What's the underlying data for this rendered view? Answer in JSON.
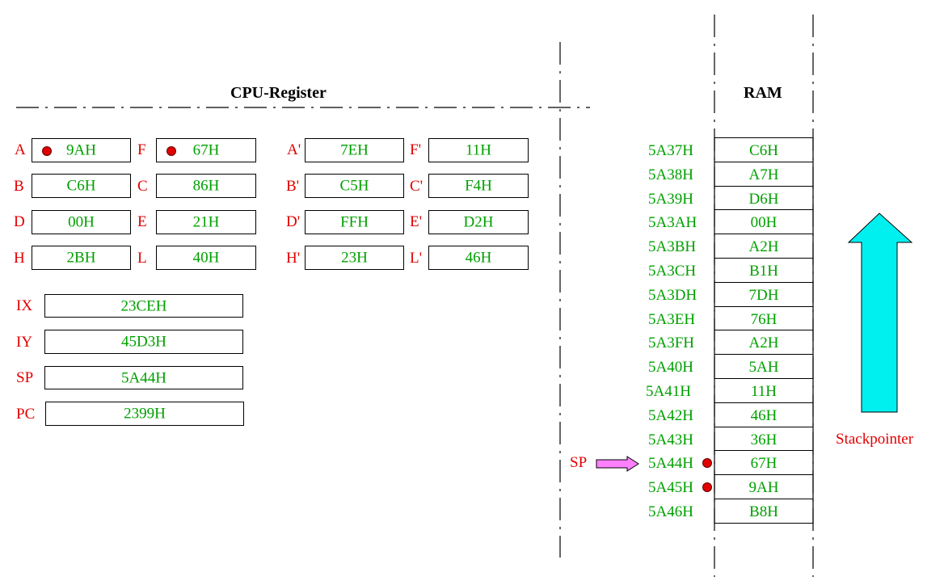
{
  "cpu_title": "CPU-Register",
  "ram_title": "RAM",
  "registers": {
    "A": {
      "label": "A",
      "value": "9AH",
      "marked": true
    },
    "F": {
      "label": "F",
      "value": "67H",
      "marked": true
    },
    "A_alt": {
      "label": "A'",
      "value": "7EH"
    },
    "F_alt": {
      "label": "F'",
      "value": "11H"
    },
    "B": {
      "label": "B",
      "value": "C6H"
    },
    "C": {
      "label": "C",
      "value": "86H"
    },
    "B_alt": {
      "label": "B'",
      "value": "C5H"
    },
    "C_alt": {
      "label": "C'",
      "value": "F4H"
    },
    "D": {
      "label": "D",
      "value": "00H"
    },
    "E": {
      "label": "E",
      "value": "21H"
    },
    "D_alt": {
      "label": "D'",
      "value": "FFH"
    },
    "E_alt": {
      "label": "E'",
      "value": "D2H"
    },
    "H": {
      "label": "H",
      "value": "2BH"
    },
    "L": {
      "label": "L",
      "value": "40H"
    },
    "H_alt": {
      "label": "H'",
      "value": "23H"
    },
    "L_alt": {
      "label": "L'",
      "value": "46H"
    },
    "IX": {
      "label": "IX",
      "value": "23CEH"
    },
    "IY": {
      "label": "IY",
      "value": "45D3H"
    },
    "SP": {
      "label": "SP",
      "value": "5A44H"
    },
    "PC": {
      "label": "PC",
      "value": "2399H"
    }
  },
  "ram": [
    {
      "addr": "5A37H",
      "value": "C6H"
    },
    {
      "addr": "5A38H",
      "value": "A7H"
    },
    {
      "addr": "5A39H",
      "value": "D6H"
    },
    {
      "addr": "5A3AH",
      "value": "00H"
    },
    {
      "addr": "5A3BH",
      "value": "A2H"
    },
    {
      "addr": "5A3CH",
      "value": "B1H"
    },
    {
      "addr": "5A3DH",
      "value": "7DH"
    },
    {
      "addr": "5A3EH",
      "value": "76H"
    },
    {
      "addr": "5A3FH",
      "value": "A2H"
    },
    {
      "addr": "5A40H",
      "value": "5AH"
    },
    {
      "addr": "5A41H",
      "value": "11H"
    },
    {
      "addr": "5A42H",
      "value": "46H"
    },
    {
      "addr": "5A43H",
      "value": "36H"
    },
    {
      "addr": "5A44H",
      "value": "67H",
      "marked": true
    },
    {
      "addr": "5A45H",
      "value": "9AH",
      "marked": true
    },
    {
      "addr": "5A46H",
      "value": "B8H"
    }
  ],
  "sp_pointer_label": "SP",
  "stack_arrow_label": "Stackpointer",
  "colors": {
    "label": "#e00000",
    "value": "#00a000",
    "arrow": "#00f0f0",
    "pointer": "#ff80ff"
  }
}
